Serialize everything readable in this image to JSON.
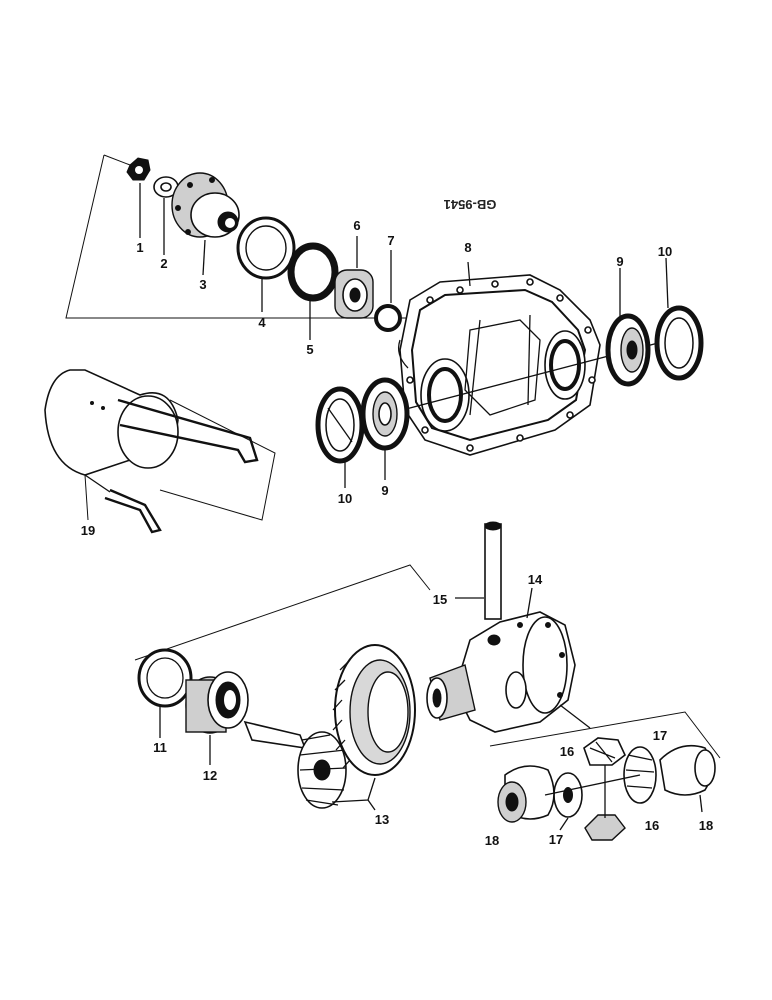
{
  "drawing_code": "GB-9541",
  "callouts": [
    {
      "id": "c1",
      "text": "1"
    },
    {
      "id": "c2",
      "text": "2"
    },
    {
      "id": "c3",
      "text": "3"
    },
    {
      "id": "c4",
      "text": "4"
    },
    {
      "id": "c5",
      "text": "5"
    },
    {
      "id": "c6",
      "text": "6"
    },
    {
      "id": "c7",
      "text": "7"
    },
    {
      "id": "c8",
      "text": "8"
    },
    {
      "id": "c9a",
      "text": "9"
    },
    {
      "id": "c10a",
      "text": "10"
    },
    {
      "id": "c9b",
      "text": "9"
    },
    {
      "id": "c10b",
      "text": "10"
    },
    {
      "id": "c19",
      "text": "19"
    },
    {
      "id": "c15",
      "text": "15"
    },
    {
      "id": "c14",
      "text": "14"
    },
    {
      "id": "c11",
      "text": "11"
    },
    {
      "id": "c12",
      "text": "12"
    },
    {
      "id": "c13",
      "text": "13"
    },
    {
      "id": "c16a",
      "text": "16"
    },
    {
      "id": "c17a",
      "text": "17"
    },
    {
      "id": "c16b",
      "text": "16"
    },
    {
      "id": "c17b",
      "text": "17"
    },
    {
      "id": "c18a",
      "text": "18"
    },
    {
      "id": "c18b",
      "text": "18"
    }
  ]
}
